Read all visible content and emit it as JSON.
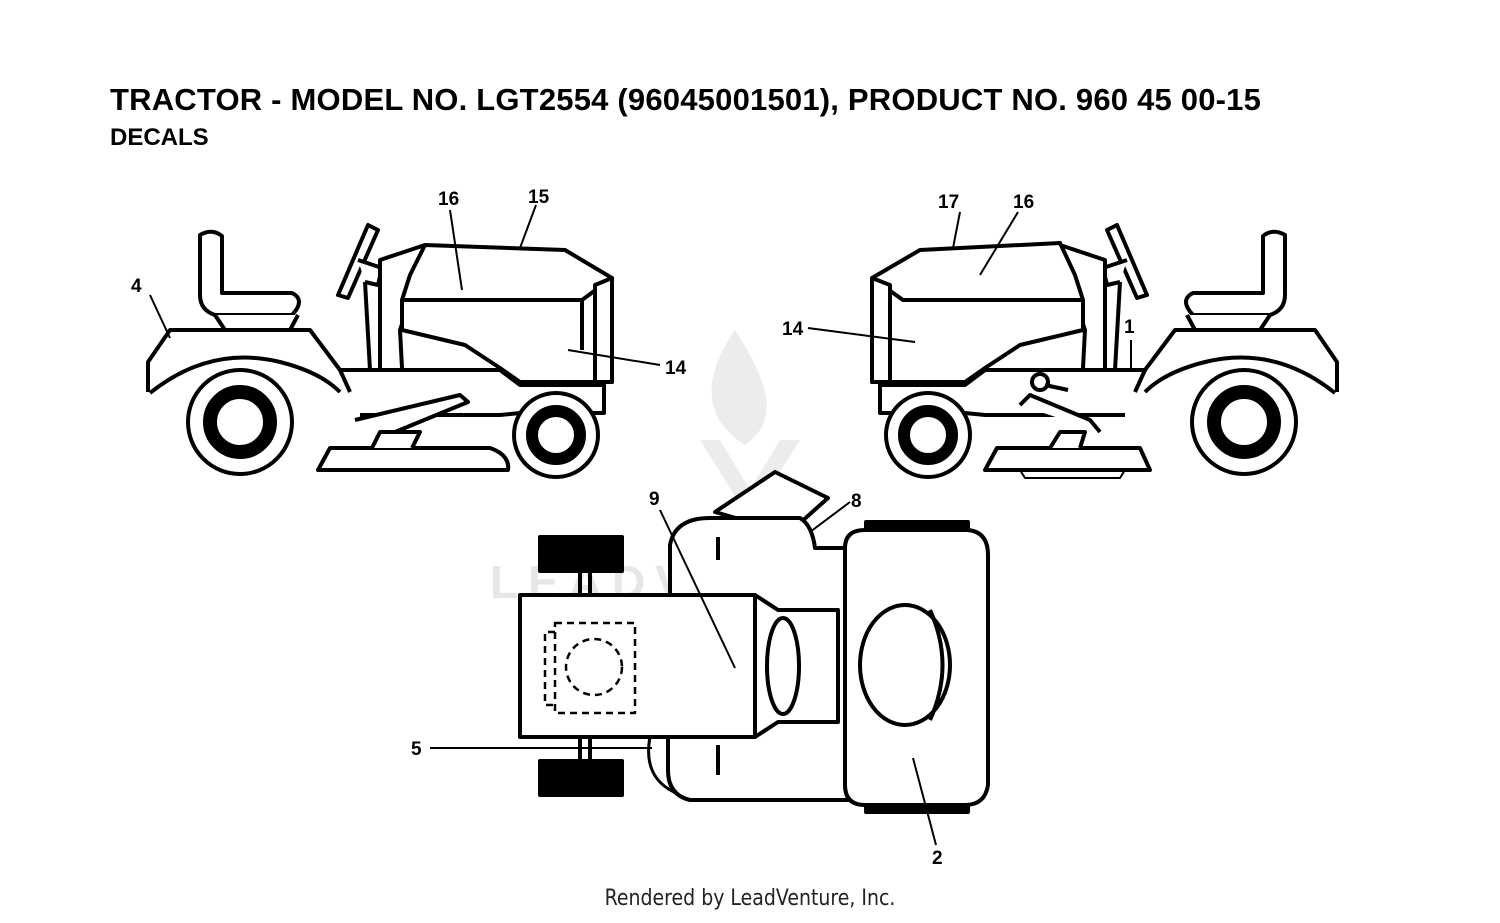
{
  "header": {
    "title": "TRACTOR - MODEL NO. LGT2554 (96045001501), PRODUCT NO. 960 45 00-15",
    "subtitle": "DECALS"
  },
  "callouts": {
    "left_4": "4",
    "left_16": "16",
    "left_15": "15",
    "left_14": "14",
    "right_17": "17",
    "right_16": "16",
    "right_14": "14",
    "right_1": "1",
    "top_9": "9",
    "top_8": "8",
    "top_5": "5",
    "top_2": "2"
  },
  "watermark": {
    "text": "LEADVENTURE",
    "icon": "flame-logo-icon"
  },
  "footer": {
    "credit": "Rendered by LeadVenture, Inc."
  },
  "colors": {
    "line": "#000000",
    "background": "#ffffff",
    "watermark": "#e6e6e6"
  }
}
